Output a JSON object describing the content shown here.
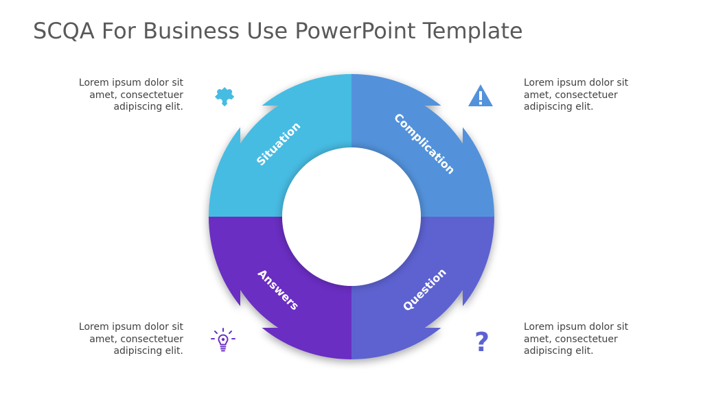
{
  "title": "SCQA For Business Use PowerPoint Template",
  "segments": [
    {
      "label": "Situation",
      "color": "#47BCE3"
    },
    {
      "label": "Complication",
      "color": "#5392DB"
    },
    {
      "label": "Question",
      "color": "#5D62D0"
    },
    {
      "label": "Answers",
      "color": "#6B2FC2"
    }
  ],
  "descriptions": {
    "top_left": [
      "Lorem ipsum dolor sit",
      "amet, consectetuer",
      "adipiscing elit."
    ],
    "top_right": [
      "Lorem ipsum dolor sit",
      "amet, consectetuer",
      "adipiscing elit."
    ],
    "bottom_left": [
      "Lorem ipsum dolor sit",
      "amet, consectetuer",
      "adipiscing elit."
    ],
    "bottom_right": [
      "Lorem ipsum dolor sit",
      "amet, consectetuer",
      "adipiscing elit."
    ]
  },
  "icons": {
    "top_left": {
      "name": "puzzle-icon",
      "color": "#47BCE3"
    },
    "top_right": {
      "name": "warning-icon",
      "color": "#5392DB"
    },
    "bottom_left": {
      "name": "lightbulb-icon",
      "color": "#6B2FC2"
    },
    "bottom_right": {
      "name": "question-icon",
      "color": "#5D62D0",
      "glyph": "?"
    }
  }
}
